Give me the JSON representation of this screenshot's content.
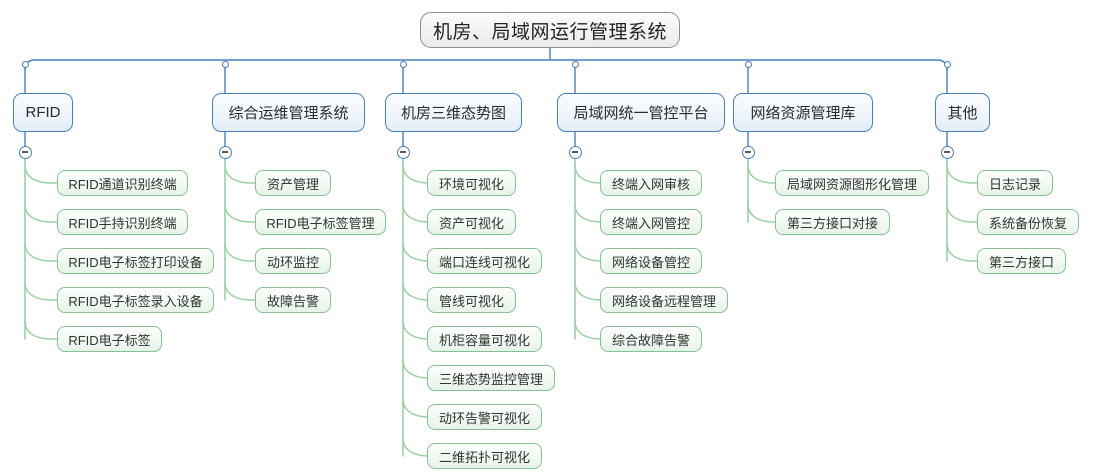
{
  "diagram": {
    "type": "mind-map",
    "title": "机房、局域网运行管理系统",
    "colors": {
      "root_border": "#8d8d8d",
      "root_fill": "#f2f2f2",
      "branch_border": "#4a7fba",
      "branch_fill": "#eef4fb",
      "leaf_border": "#88bf95",
      "leaf_fill": "#f0f8f1",
      "trunk_line": "#4a7fba",
      "leaf_line": "#9ccfa8"
    },
    "icons": {
      "collapse": "minus-circle-icon",
      "branch_dot": "circle-handle-icon"
    }
  },
  "root": {
    "label": "机房、局域网运行管理系统"
  },
  "branches": [
    {
      "label": "RFID",
      "children": [
        {
          "label": "RFID通道识别终端"
        },
        {
          "label": "RFID手持识别终端"
        },
        {
          "label": "RFID电子标签打印设备"
        },
        {
          "label": "RFID电子标签录入设备"
        },
        {
          "label": "RFID电子标签"
        }
      ]
    },
    {
      "label": "综合运维管理系统",
      "children": [
        {
          "label": "资产管理"
        },
        {
          "label": "RFID电子标签管理"
        },
        {
          "label": "动环监控"
        },
        {
          "label": "故障告警"
        }
      ]
    },
    {
      "label": "机房三维态势图",
      "children": [
        {
          "label": "环境可视化"
        },
        {
          "label": "资产可视化"
        },
        {
          "label": "端口连线可视化"
        },
        {
          "label": "管线可视化"
        },
        {
          "label": "机柜容量可视化"
        },
        {
          "label": "三维态势监控管理"
        },
        {
          "label": "动环告警可视化"
        },
        {
          "label": "二维拓扑可视化"
        }
      ]
    },
    {
      "label": "局域网统一管控平台",
      "children": [
        {
          "label": "终端入网审核"
        },
        {
          "label": "终端入网管控"
        },
        {
          "label": "网络设备管控"
        },
        {
          "label": "网络设备远程管理"
        },
        {
          "label": "综合故障告警"
        }
      ]
    },
    {
      "label": "网络资源管理库",
      "children": [
        {
          "label": "局域网资源图形化管理"
        },
        {
          "label": "第三方接口对接"
        }
      ]
    },
    {
      "label": "其他",
      "children": [
        {
          "label": "日志记录"
        },
        {
          "label": "系统备份恢复"
        },
        {
          "label": "第三方接口"
        }
      ]
    }
  ]
}
